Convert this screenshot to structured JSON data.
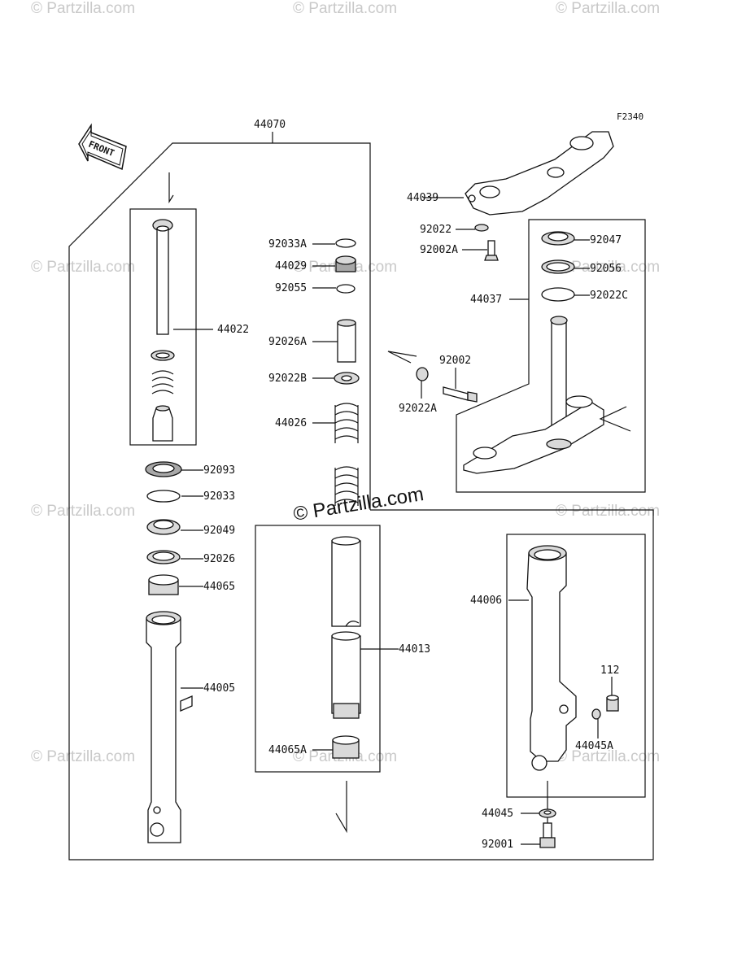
{
  "diagram_code": "F2340",
  "front_label": "FRONT",
  "watermark": "© Partzilla.com",
  "watermark_center": "© Partzilla.com",
  "parts": {
    "p44070": "44070",
    "p44022": "44022",
    "p92033A": "92033A",
    "p44029": "44029",
    "p92055": "92055",
    "p92026A": "92026A",
    "p92022B": "92022B",
    "p44026": "44026",
    "p92093": "92093",
    "p92033": "92033",
    "p92049": "92049",
    "p92026": "92026",
    "p44065": "44065",
    "p44005": "44005",
    "p44013": "44013",
    "p44065A": "44065A",
    "p44039": "44039",
    "p92022": "92022",
    "p92002A": "92002A",
    "p92047": "92047",
    "p92056": "92056",
    "p44037": "44037",
    "p92022C": "92022C",
    "p92002": "92002",
    "p92022A": "92022A",
    "p44006": "44006",
    "p112": "112",
    "p44045A": "44045A",
    "p44045": "44045",
    "p92001": "92001"
  }
}
